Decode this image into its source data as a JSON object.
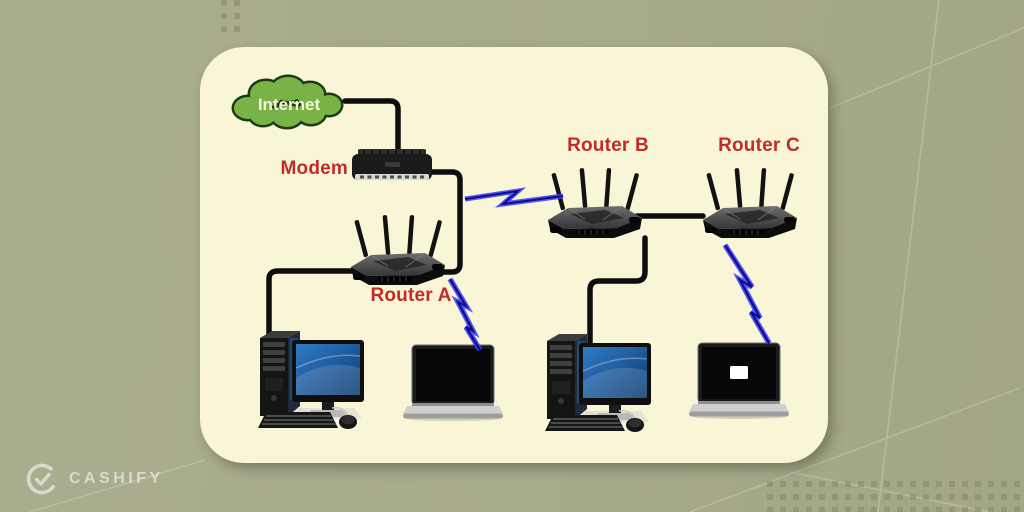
{
  "labels": {
    "internet": "Internet",
    "modem": "Modem",
    "router_a": "Router A",
    "router_b": "Router B",
    "router_c": "Router C"
  },
  "brand": {
    "name": "CASHIFY"
  },
  "diagram": {
    "devices": [
      "Internet cloud",
      "Modem",
      "Router A",
      "Router B",
      "Router C",
      "Desktop PC 1",
      "Laptop 1",
      "Desktop PC 2",
      "Laptop 2"
    ],
    "connections": [
      {
        "from": "Internet",
        "to": "Modem",
        "type": "wired"
      },
      {
        "from": "Modem",
        "to": "Router A",
        "type": "wired"
      },
      {
        "from": "Modem",
        "to": "Router B",
        "type": "wireless"
      },
      {
        "from": "Router A",
        "to": "Desktop PC 1",
        "type": "wired"
      },
      {
        "from": "Router A",
        "to": "Laptop 1",
        "type": "wireless"
      },
      {
        "from": "Router B",
        "to": "Router C",
        "type": "wired"
      },
      {
        "from": "Router B",
        "to": "Desktop PC 2",
        "type": "wired"
      },
      {
        "from": "Router C",
        "to": "Laptop 2",
        "type": "wireless"
      }
    ]
  },
  "colors": {
    "background": "#a7aa8b",
    "card": "#f8f6d6",
    "label_red": "#c32a2a",
    "cloud_green": "#79b347",
    "cloud_outline": "#1d3a12",
    "bolt_outer": "#4343f5",
    "bolt_inner": "#0d0d8c",
    "wire": "#0d0d0d"
  }
}
